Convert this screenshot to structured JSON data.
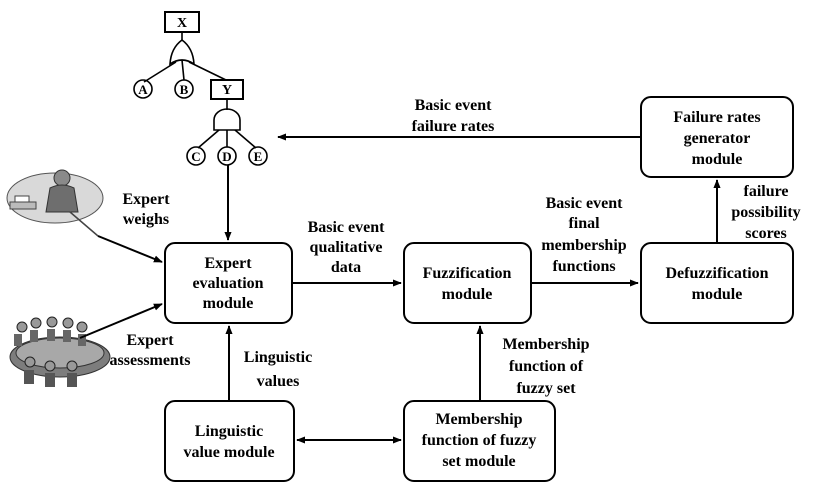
{
  "fault_tree": {
    "top_event": "X",
    "intermediate_event": "Y",
    "basic_events": [
      "A",
      "B",
      "C",
      "D",
      "E"
    ]
  },
  "modules": {
    "expert_evaluation": [
      "Expert",
      "evaluation",
      "module"
    ],
    "fuzzification": [
      "Fuzzification",
      "module"
    ],
    "defuzzification": [
      "Defuzzification",
      "module"
    ],
    "failure_rates_generator": [
      "Failure rates",
      "generator",
      "module"
    ],
    "linguistic_value": [
      "Linguistic",
      "value module"
    ],
    "membership_function": [
      "Membership",
      "function of fuzzy",
      "set module"
    ]
  },
  "labels": {
    "basic_event_failure_rates": [
      "Basic event",
      "failure rates"
    ],
    "expert_weighs": [
      "Expert",
      "weighs"
    ],
    "basic_event_qualitative_data": [
      "Basic event",
      "qualitative",
      "data"
    ],
    "basic_event_final_membership": [
      "Basic event",
      "final",
      "membership",
      "functions"
    ],
    "failure_possibility_scores": [
      "failure",
      "possibility",
      "scores"
    ],
    "expert_assessments": [
      "Expert",
      "assessments"
    ],
    "linguistic_values": [
      "Linguistic",
      "values"
    ],
    "membership_function_of_fuzzy_set": [
      "Membership",
      "function of",
      "fuzzy set"
    ]
  }
}
